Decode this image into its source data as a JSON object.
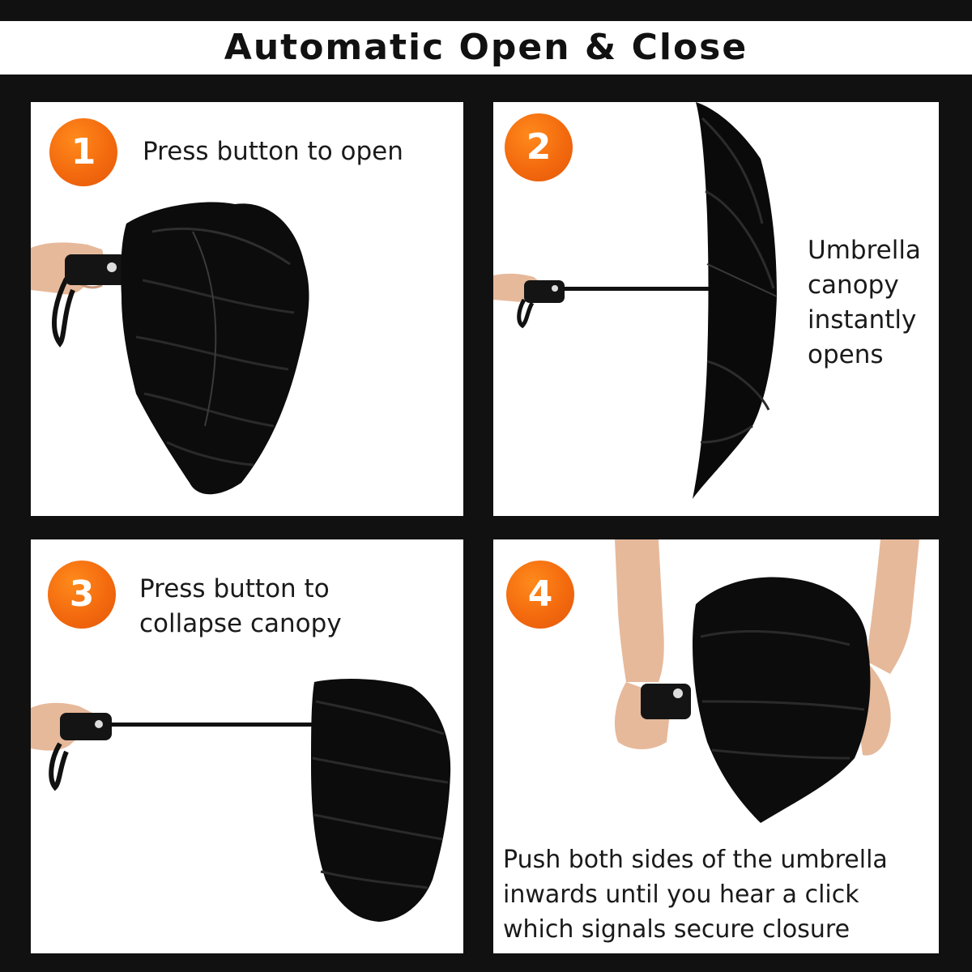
{
  "title": "Automatic Open & Close",
  "colors": {
    "background": "#111111",
    "panel": "#ffffff",
    "badge_orange": "#f36a0e",
    "text": "#1a1a1a"
  },
  "steps": [
    {
      "number": "1",
      "caption_lines": [
        "Press button to open"
      ]
    },
    {
      "number": "2",
      "caption_lines": [
        "Umbrella",
        "canopy",
        "instantly",
        "opens"
      ]
    },
    {
      "number": "3",
      "caption_lines": [
        "Press button to",
        "collapse canopy"
      ]
    },
    {
      "number": "4",
      "caption_lines": [
        "Push both sides of the umbrella",
        "inwards until you hear a click",
        "which signals secure closure"
      ]
    }
  ]
}
